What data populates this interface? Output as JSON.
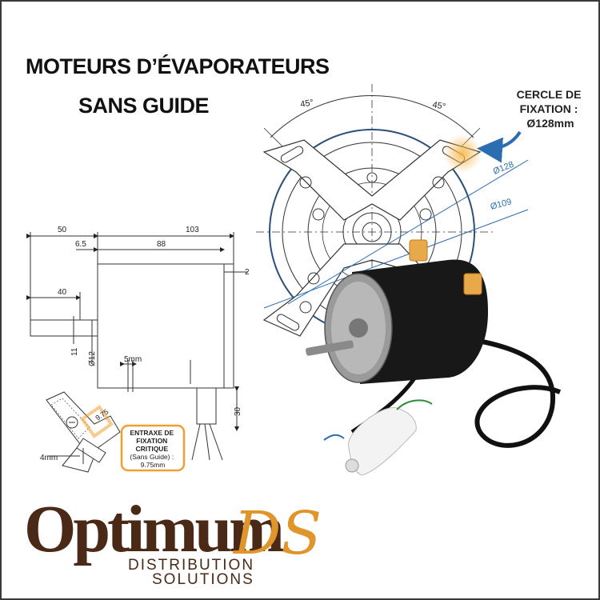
{
  "title": {
    "line1": "MOTEURS D’ÉVAPORATEURS",
    "line2": "SANS GUIDE"
  },
  "side_view": {
    "dims": {
      "d50": "50",
      "d103": "103",
      "d6_5": "6.5",
      "d88": "88",
      "d2": "2",
      "d40": "40",
      "d11": "11",
      "d12": "Ø12",
      "d5mm": "5mm",
      "d30": "30"
    }
  },
  "detail": {
    "dim_9_75": "9.75",
    "dim_4mm": "4mm",
    "callout": [
      "ENTRAXE DE",
      "FIXATION",
      "CRITIQUE",
      "(Sans Guide) :",
      "9.75mm"
    ]
  },
  "front_view": {
    "angle_left": "45°",
    "angle_right": "45°",
    "dia_128": "Ø128",
    "dia_109": "Ø109",
    "callout": [
      "CERCLE DE",
      "FIXATION :",
      "Ø128mm"
    ]
  },
  "logo": {
    "main": "Optimum",
    "ds": "DS",
    "sub1": "DISTRIBUTION",
    "sub2": "SOLUTIONS"
  },
  "colors": {
    "accent_orange": "#f0a030",
    "arrow_blue": "#2b6db0",
    "logo_brown": "#4a2a16",
    "logo_gold": "#e0952a"
  }
}
